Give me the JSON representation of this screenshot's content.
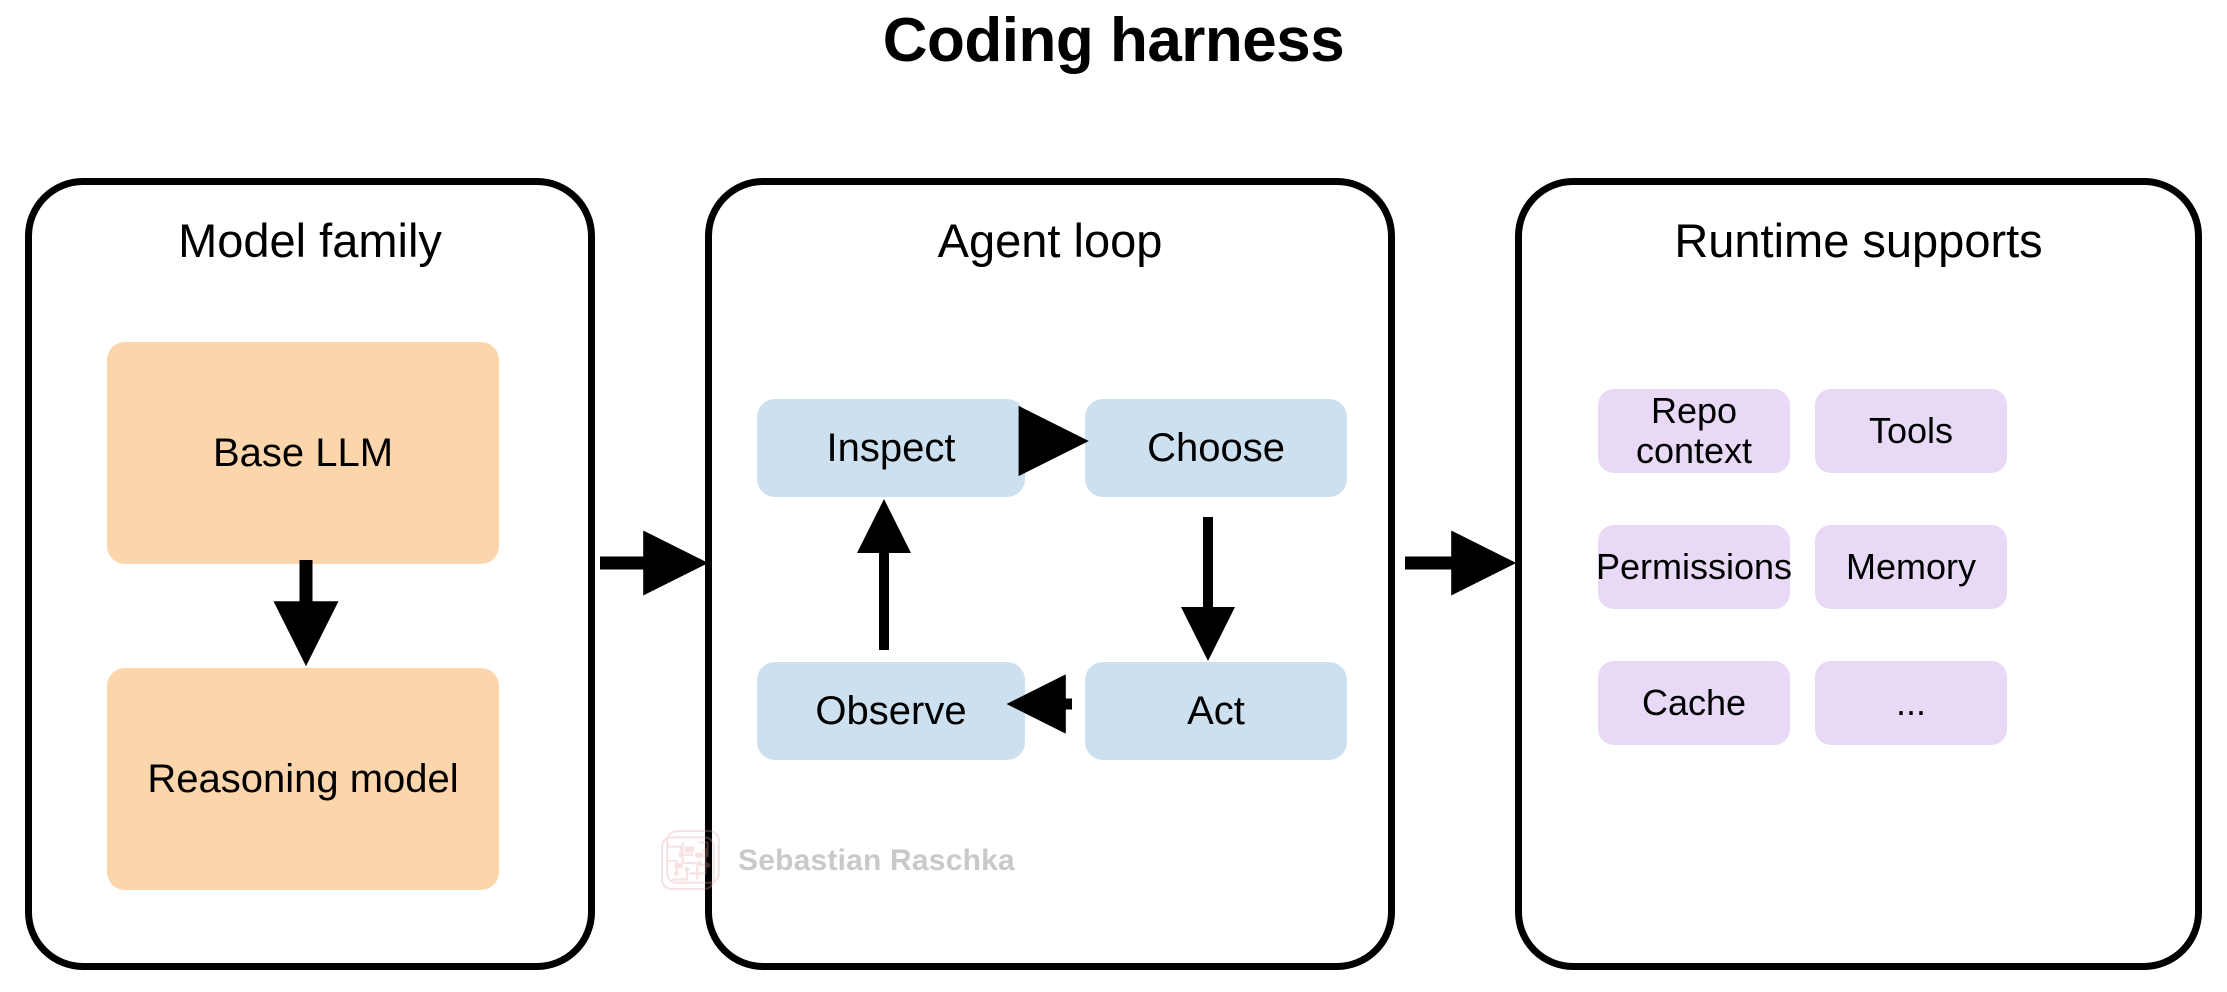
{
  "title": "Coding harness",
  "colors": {
    "background": "#ffffff",
    "outline": "#000000",
    "model_box": "#fbd5ac",
    "loop_box": "#cce0ef",
    "runtime_box": "#e8d9f7",
    "watermark_text": "#c9c9c9",
    "watermark_logo": "#f3c9c9"
  },
  "panels": [
    {
      "id": "model-family",
      "title": "Model family",
      "boxes": [
        {
          "label": "Base LLM"
        },
        {
          "label": "Reasoning model"
        }
      ],
      "internal_arrow": "Base LLM -> Reasoning model (down)"
    },
    {
      "id": "agent-loop",
      "title": "Agent loop",
      "boxes": [
        {
          "label": "Inspect"
        },
        {
          "label": "Choose"
        },
        {
          "label": "Observe"
        },
        {
          "label": "Act"
        }
      ],
      "cycle": [
        "Inspect",
        "Choose",
        "Act",
        "Observe",
        "Inspect"
      ]
    },
    {
      "id": "runtime-supports",
      "title": "Runtime supports",
      "grid": [
        [
          "Repo context",
          "Tools"
        ],
        [
          "Permissions",
          "Memory"
        ],
        [
          "Cache",
          "..."
        ]
      ]
    }
  ],
  "connectors": [
    {
      "from": "model-family",
      "to": "agent-loop",
      "style": "arrow-right"
    },
    {
      "from": "agent-loop",
      "to": "runtime-supports",
      "style": "arrow-right"
    }
  ],
  "watermark": {
    "text": "Sebastian Raschka",
    "logo_icon": "circuit-board-icon"
  }
}
